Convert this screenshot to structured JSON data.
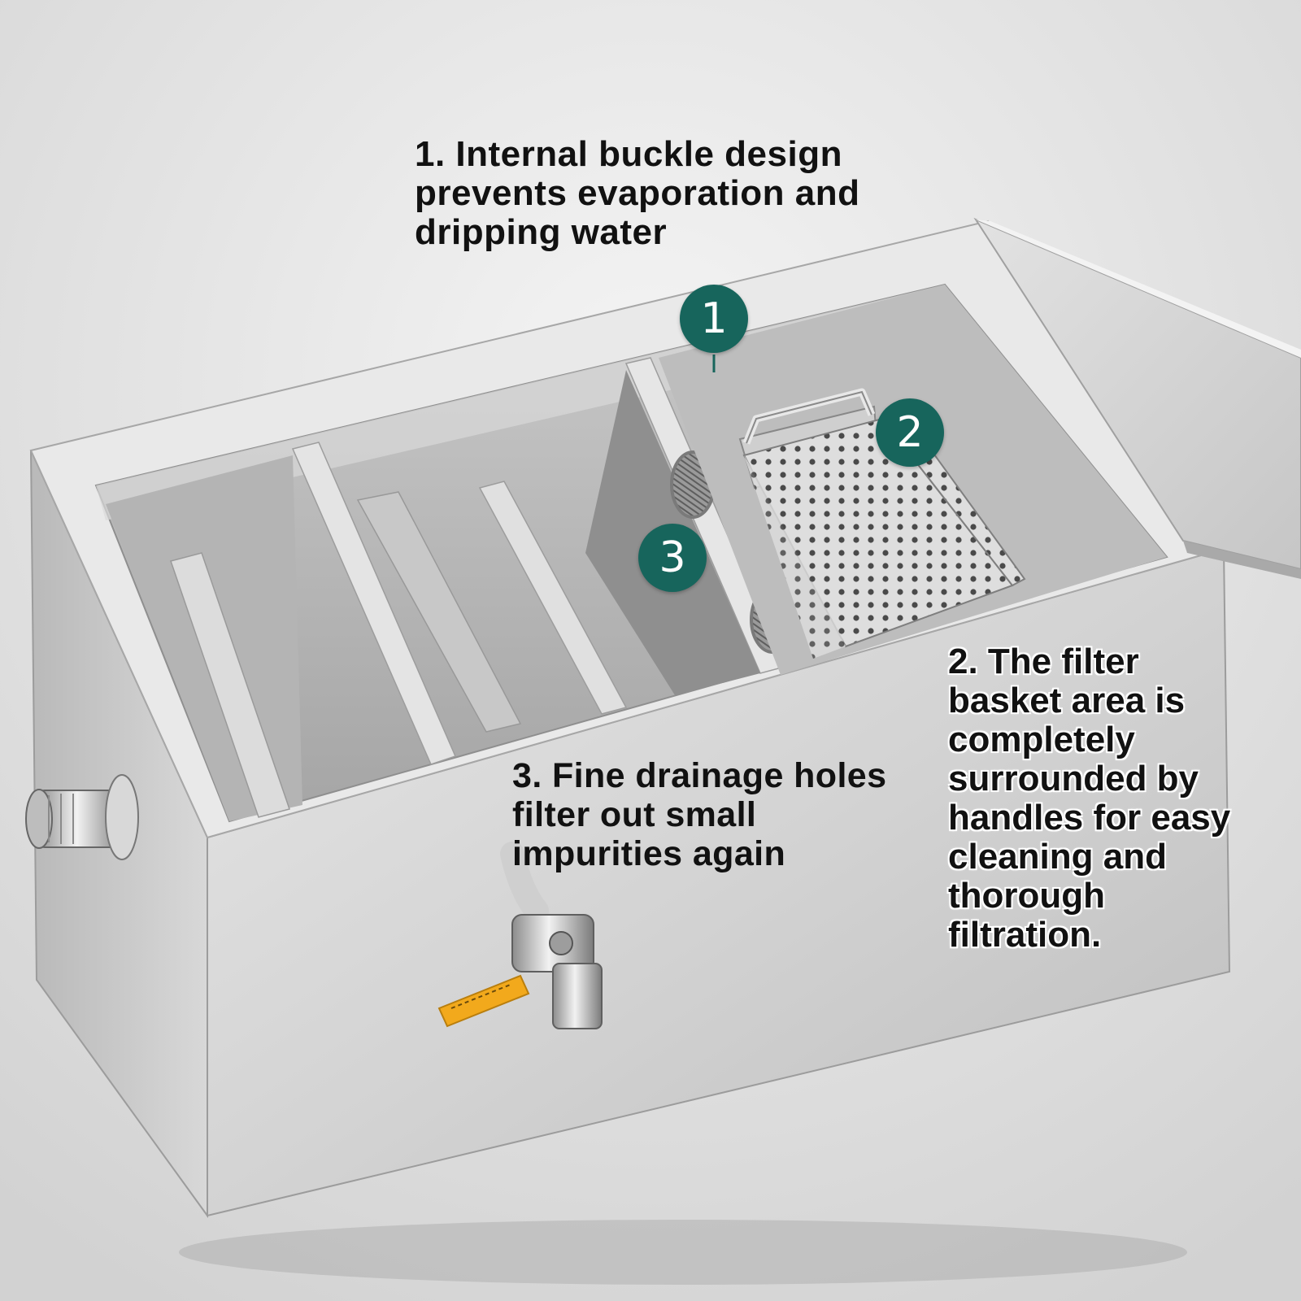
{
  "captions": {
    "buckle": "1. Internal buckle design\nprevents evaporation and\ndripping water",
    "basket": "2. The filter\nbasket area is\ncompletely\nsurrounded by\nhandles for easy\ncleaning and\nthorough\nfiltration.",
    "holes": "3. Fine drainage holes\nfilter out small\nimpurities again"
  },
  "badges": {
    "one": "1",
    "two": "2",
    "three": "3"
  },
  "colors": {
    "badge": "#17655c",
    "background": "#e6e6e6",
    "steel_light": "#d6d6d6",
    "steel_dark": "#a9a9a9",
    "valve_handle": "#f2a91c"
  },
  "icons": [
    "grease-trap-tank",
    "filter-basket",
    "mesh-vent",
    "drain-valve",
    "inlet-pipe"
  ]
}
